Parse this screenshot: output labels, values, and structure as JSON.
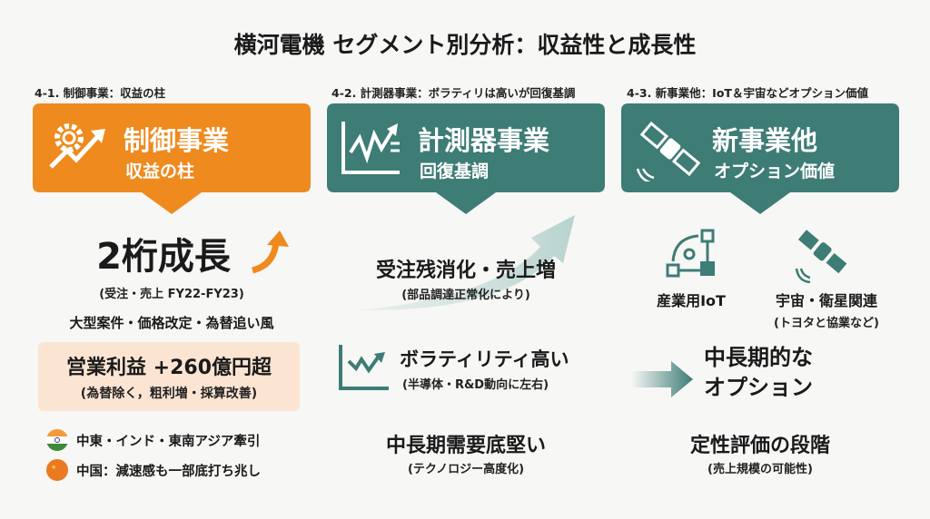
{
  "title": "横河電機 セグメント別分析：収益性と成長性",
  "colors": {
    "orange": "#ee8a1e",
    "teal": "#3e7c76",
    "light_peach": "#fbe5d2",
    "bg": "#f7f7f5"
  },
  "sections": [
    {
      "label": "4-1. 制御事業：収益の柱",
      "banner_title": "制御事業",
      "banner_sub": "収益の柱",
      "icon": "gear-growth-arrow-icon",
      "headline": "2桁成長",
      "headline_sub": "(受注・売上 FY22-FY23)",
      "drivers": "大型案件・価格改定・為替追い風",
      "profit": "営業利益 +260億円超",
      "profit_sub": "(為替除く，粗利増・採算改善)",
      "regions": [
        {
          "icon": "india-flag-icon",
          "text": "中東・インド・東南アジア牽引"
        },
        {
          "icon": "china-flag-icon",
          "text": "中国：減速感も一部底打ち兆し"
        }
      ]
    },
    {
      "label": "4-2. 計測器事業：ボラティリは高いが回復基調",
      "banner_title": "計測器事業",
      "banner_sub": "回復基調",
      "icon": "volatile-chart-icon",
      "point1": "受注残消化・売上増",
      "point1_sub": "(部品調達正常化により)",
      "point2": "ボラティリティ高い",
      "point2_sub": "(半導体・R&D動向に左右)",
      "point3": "中長期需要底堅い",
      "point3_sub": "(テクノロジー高度化)"
    },
    {
      "label": "4-3. 新事業他：IoT＆宇宙などオプション価値",
      "banner_title": "新事業他",
      "banner_sub": "オプション価値",
      "icon": "satellite-icon",
      "iot": "産業用IoT",
      "space": "宇宙・衛星関連",
      "space_sub": "(トヨタと協業など)",
      "option_line1": "中長期的な",
      "option_line2": "オプション",
      "point3": "定性評価の段階",
      "point3_sub": "(売上規模の可能性)"
    }
  ]
}
